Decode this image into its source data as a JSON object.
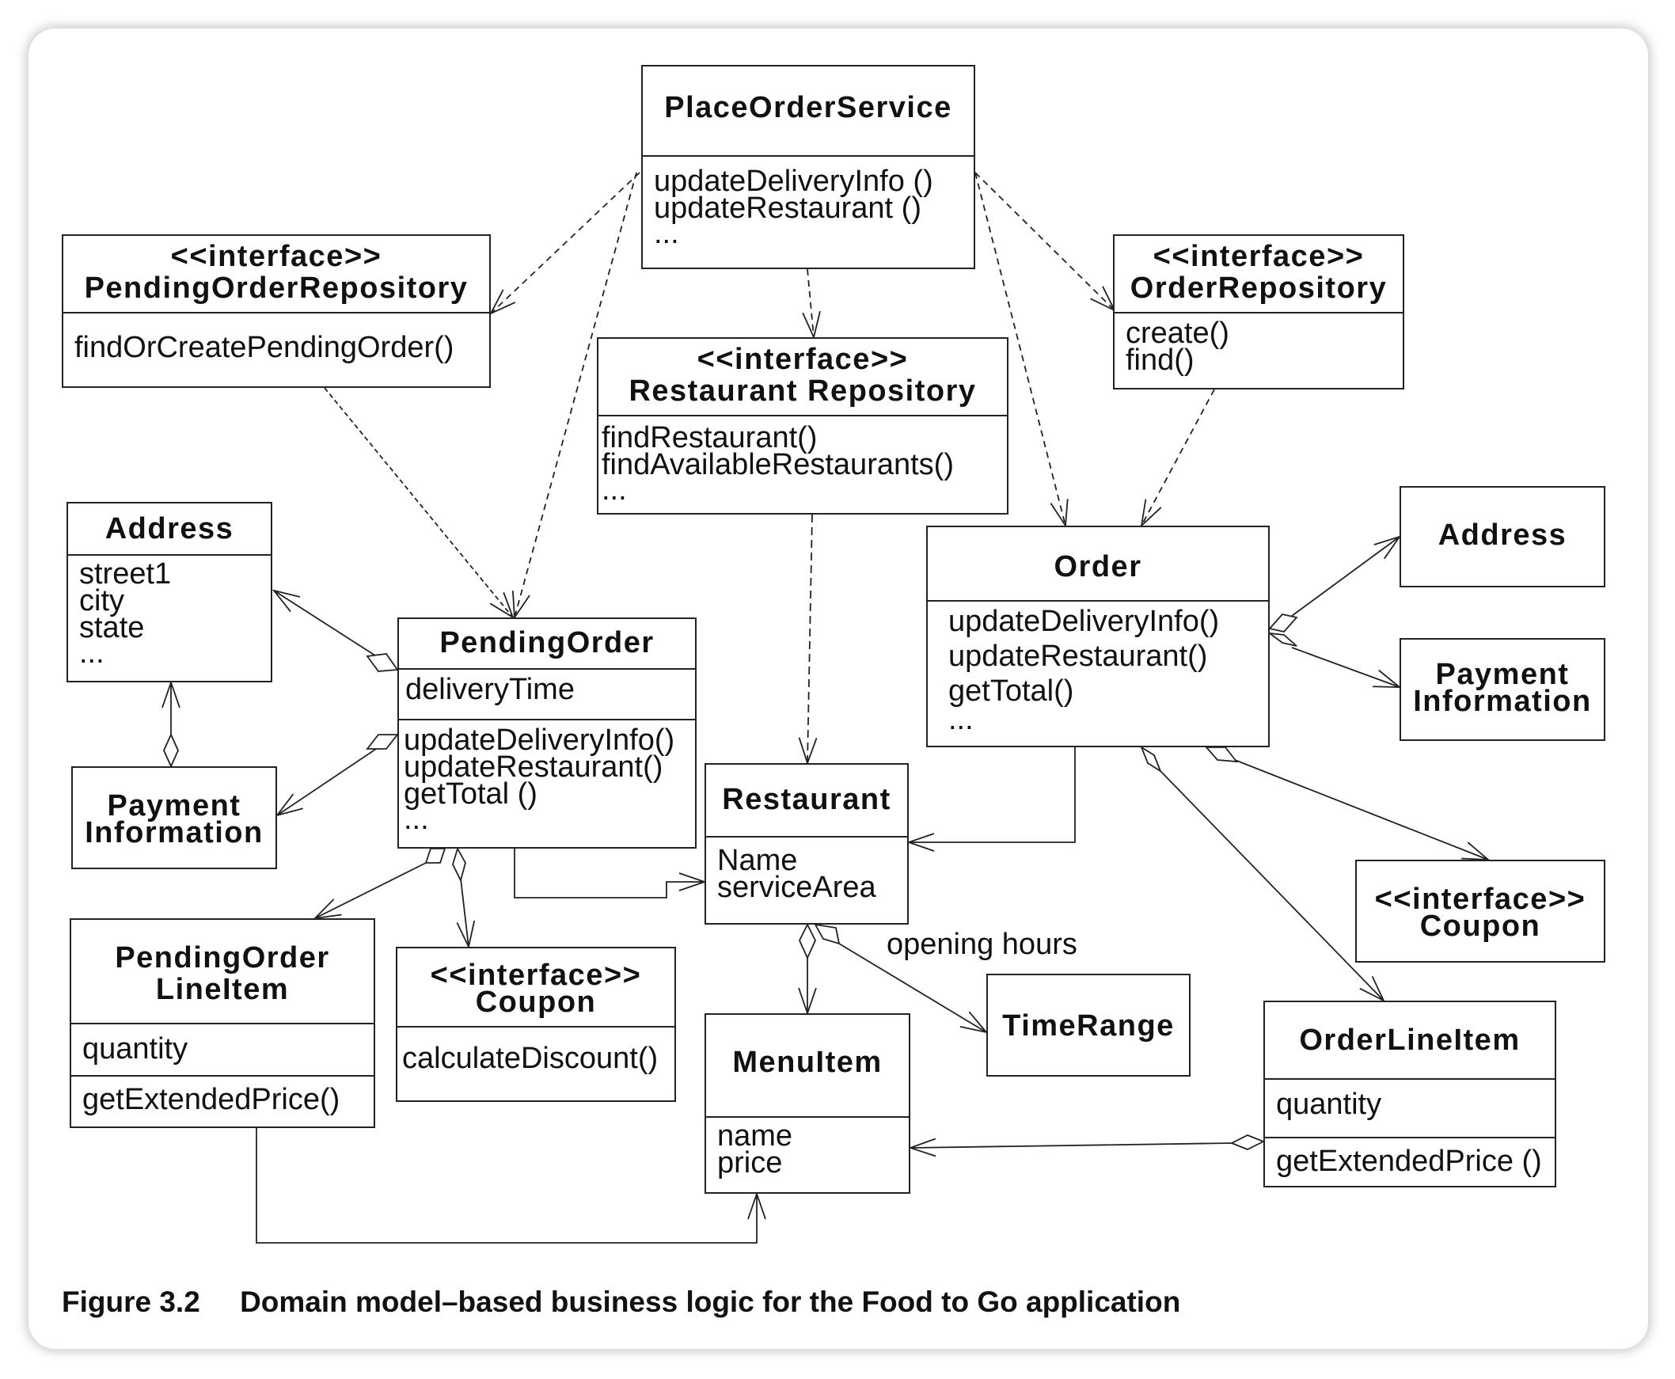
{
  "classes": {
    "place_order_service": {
      "title": "PlaceOrderService",
      "ops": [
        "updateDeliveryInfo ()",
        "updateRestaurant ()",
        "..."
      ]
    },
    "pending_order_repository": {
      "stereotype": "<<interface>>",
      "title": "PendingOrderRepository",
      "ops": [
        "findOrCreatePendingOrder()"
      ]
    },
    "restaurant_repository": {
      "stereotype": "<<interface>>",
      "title": "Restaurant Repository",
      "ops": [
        "findRestaurant()",
        "findAvailableRestaurants()",
        "..."
      ]
    },
    "order_repository": {
      "stereotype": "<<interface>>",
      "title": "OrderRepository",
      "ops": [
        "create()",
        "find()"
      ]
    },
    "address_left": {
      "title": "Address",
      "attrs": [
        "street1",
        "city",
        "state",
        "..."
      ]
    },
    "payment_left": {
      "title_lines": [
        "Payment",
        "Information"
      ]
    },
    "pending_order": {
      "title": "PendingOrder",
      "attrs": [
        "deliveryTime"
      ],
      "ops": [
        "updateDeliveryInfo()",
        "updateRestaurant()",
        "getTotal ()",
        "..."
      ]
    },
    "order": {
      "title": "Order",
      "ops": [
        "updateDeliveryInfo()",
        "updateRestaurant()",
        "getTotal()",
        "..."
      ]
    },
    "address_right": {
      "title": "Address"
    },
    "payment_right": {
      "title_lines": [
        "Payment",
        "Information"
      ]
    },
    "restaurant": {
      "title": "Restaurant",
      "attrs": [
        "Name",
        "serviceArea"
      ]
    },
    "pending_order_line_item": {
      "title_lines": [
        "PendingOrder",
        "LineItem"
      ],
      "attrs": [
        "quantity"
      ],
      "ops": [
        "getExtendedPrice()"
      ]
    },
    "coupon_left": {
      "stereotype": "<<interface>>",
      "title": "Coupon",
      "ops": [
        "calculateDiscount()"
      ]
    },
    "menu_item": {
      "title": "MenuItem",
      "attrs": [
        "name",
        "price"
      ]
    },
    "time_range": {
      "title": "TimeRange"
    },
    "coupon_right": {
      "stereotype": "<<interface>>",
      "title": "Coupon"
    },
    "order_line_item": {
      "title": "OrderLineItem",
      "attrs": [
        "quantity"
      ],
      "ops": [
        "getExtendedPrice ()"
      ]
    }
  },
  "association_labels": {
    "opening_hours": "opening hours"
  },
  "caption": {
    "figure": "Figure 3.2",
    "text": "Domain model–based business logic for the Food to Go application"
  }
}
